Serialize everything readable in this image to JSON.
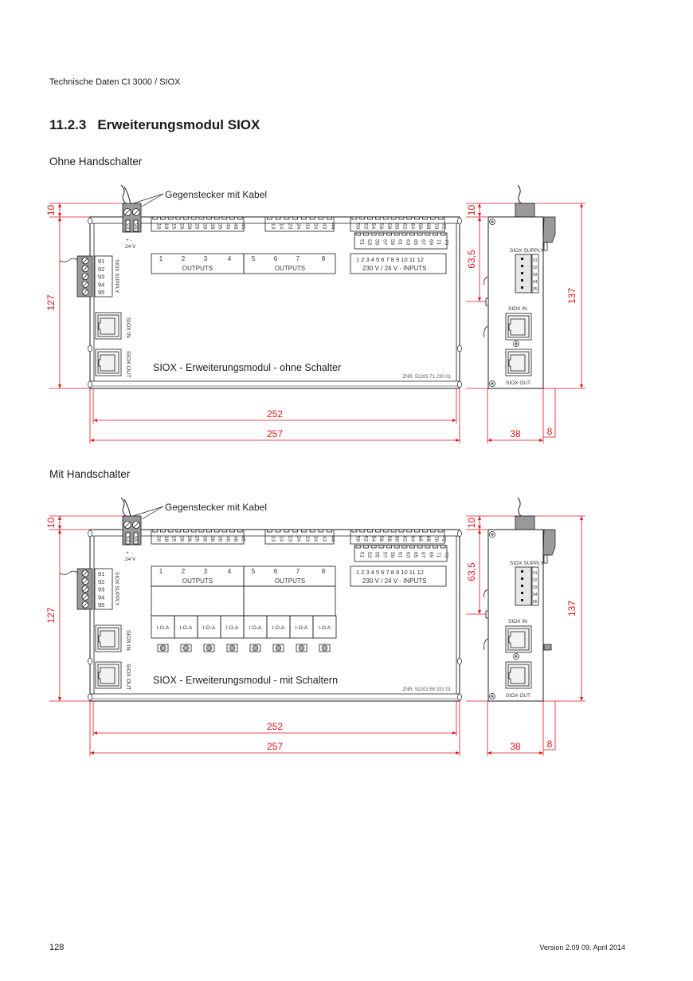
{
  "header": {
    "running_title": "Technische Daten CI 3000 / SIOX"
  },
  "section": {
    "number": "11.2.3",
    "title": "Erweiterungsmodul SIOX"
  },
  "colors": {
    "dimension": "#e3141b",
    "line": "#1a1a1a",
    "connector_fill": "#9a9a9a"
  },
  "drawings": [
    {
      "subtitle": "Ohne Handschalter",
      "callout": "Gegenstecker mit Kabel",
      "connector_pins": [
        "93",
        "94"
      ],
      "connector_polarity": "+  -",
      "connector_voltage": "24 V",
      "strip1": [
        "16",
        "18",
        "15",
        "26",
        "28",
        "25",
        "36",
        "38",
        "35",
        "46",
        "48",
        "45"
      ],
      "strip2": [
        "13",
        "14",
        "23",
        "24",
        "33",
        "34",
        "43",
        "44"
      ],
      "strip3_top": [
        "50",
        "52",
        "54",
        "56",
        "58",
        "60",
        "62",
        "64",
        "66",
        "68",
        "70",
        "72"
      ],
      "strip3_bottom": [
        "51",
        "53",
        "55",
        "57",
        "59",
        "61",
        "63",
        "65",
        "67",
        "69",
        "71",
        "73"
      ],
      "outputs_a": [
        "1",
        "2",
        "3",
        "4"
      ],
      "outputs_b": [
        "5",
        "6",
        "7",
        "8"
      ],
      "outputs_label": "OUTPUTS",
      "inputs_numbers": "1  2  3  4  5  6  7  8  9 10 11 12",
      "inputs_label": "230 V / 24 V - INPUTS",
      "supply_pins": [
        "91",
        "92",
        "93",
        "94",
        "95"
      ],
      "supply_label": "SIOX SUPPLY",
      "siox_in": "SIOX IN",
      "siox_out": "SIOX OUT",
      "module_title": "SIOX - Erweiterungsmodul - ohne Schalter",
      "drawing_number": "ZNR. 51203 71 230 01",
      "switches": [],
      "dims": {
        "top": "10",
        "height_front": "127",
        "width_inner": "252",
        "width_outer": "257",
        "side_top": "10",
        "side_upper": "63,5",
        "side_height": "137",
        "side_depth": "38",
        "side_clip": "8"
      },
      "side_pins": [
        "91",
        "92",
        "93",
        "94",
        "95"
      ]
    },
    {
      "subtitle": "Mit Handschalter",
      "callout": "Gegenstecker mit Kabel",
      "connector_pins": [
        "93",
        "94"
      ],
      "connector_polarity": "+  -",
      "connector_voltage": "24 V",
      "strip1": [
        "16",
        "18",
        "15",
        "26",
        "28",
        "25",
        "36",
        "38",
        "35",
        "46",
        "48",
        "45"
      ],
      "strip2": [
        "13",
        "14",
        "23",
        "24",
        "33",
        "34",
        "43",
        "44"
      ],
      "strip3_top": [
        "50",
        "52",
        "54",
        "56",
        "58",
        "60",
        "62",
        "64",
        "66",
        "68",
        "70",
        "72"
      ],
      "strip3_bottom": [
        "51",
        "53",
        "55",
        "57",
        "59",
        "61",
        "63",
        "65",
        "67",
        "69",
        "71",
        "73"
      ],
      "outputs_a": [
        "1",
        "2",
        "3",
        "4"
      ],
      "outputs_b": [
        "5",
        "6",
        "7",
        "8"
      ],
      "outputs_label": "OUTPUTS",
      "inputs_numbers": "1  2  3  4  5  6  7  8  9 10 11 12",
      "inputs_label": "230 V / 24 V - INPUTS",
      "supply_pins": [
        "91",
        "92",
        "93",
        "94",
        "95"
      ],
      "supply_label": "SIOX SUPPLY",
      "siox_in": "SIOX IN",
      "siox_out": "SIOX OUT",
      "module_title": "SIOX - Erweiterungsmodul - mit Schaltern",
      "drawing_number": "ZNR. 51203 56 331 01",
      "switches": [
        "I-O-A",
        "I-O-A",
        "I-O-A",
        "I-O-A",
        "I-O-A",
        "I-O-A",
        "I-O-A",
        "I-O-A"
      ],
      "dims": {
        "top": "10",
        "height_front": "127",
        "width_inner": "252",
        "width_outer": "257",
        "side_top": "10",
        "side_upper": "63,5",
        "side_height": "137",
        "side_depth": "38",
        "side_clip": "8"
      },
      "side_pins": [
        "91",
        "92",
        "93",
        "94",
        "95"
      ]
    }
  ],
  "footer": {
    "page": "128",
    "version": "Version 2.09   09. April 2014"
  }
}
